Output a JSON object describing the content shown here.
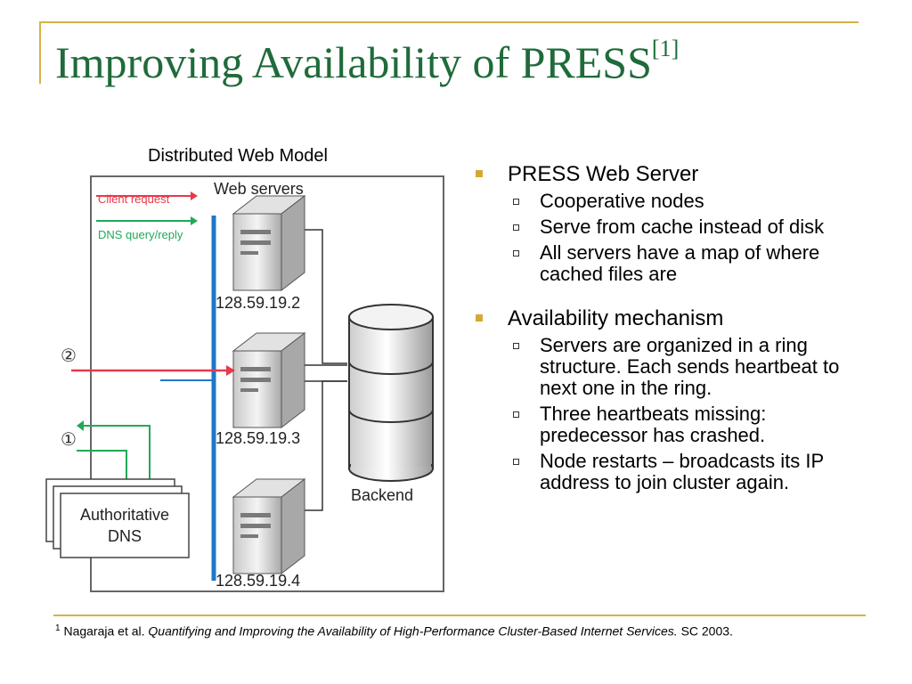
{
  "slide": {
    "title": "Improving Availability of PRESS",
    "title_ref": "[1]"
  },
  "figure": {
    "caption": "Distributed Web Model",
    "legend": {
      "client_request": "Client request",
      "dns_query": "DNS query/reply"
    },
    "web_servers_label": "Web servers",
    "servers": [
      {
        "ip": "128.59.19.2"
      },
      {
        "ip": "128.59.19.3"
      },
      {
        "ip": "128.59.19.4"
      }
    ],
    "backend_label": "Backend",
    "dns_label_line1": "Authoritative",
    "dns_label_line2": "DNS",
    "step_markers": {
      "one": "①",
      "two": "②"
    },
    "colors": {
      "client_request": "#e8384a",
      "dns": "#21a957",
      "bus": "#1e78c8"
    }
  },
  "bullets": [
    {
      "text": "PRESS Web Server",
      "sub": [
        {
          "text": "Cooperative nodes"
        },
        {
          "text": "Serve from cache instead of disk"
        },
        {
          "text": "All servers have a map of where cached files are"
        }
      ]
    },
    {
      "text": "Availability mechanism",
      "sub": [
        {
          "text": "Servers are organized in a ring structure. Each sends heartbeat to next one in the ring."
        },
        {
          "text": "Three heartbeats missing: predecessor has crashed."
        },
        {
          "text": "Node restarts – broadcasts its IP address to join cluster again."
        }
      ]
    }
  ],
  "footnote": {
    "number": "1",
    "authors": "Nagaraja et al.",
    "title": "Quantifying and Improving the Availability of High-Performance Cluster-Based Internet Services.",
    "venue": "SC 2003."
  }
}
